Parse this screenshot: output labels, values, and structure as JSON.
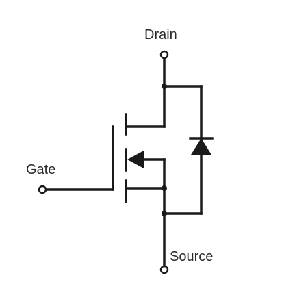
{
  "diagram": {
    "labels": {
      "drain": "Drain",
      "gate": "Gate",
      "source": "Source"
    },
    "colors": {
      "line": "#1a1a1a",
      "background": "#ffffff",
      "text": "#2a2a2a"
    }
  }
}
